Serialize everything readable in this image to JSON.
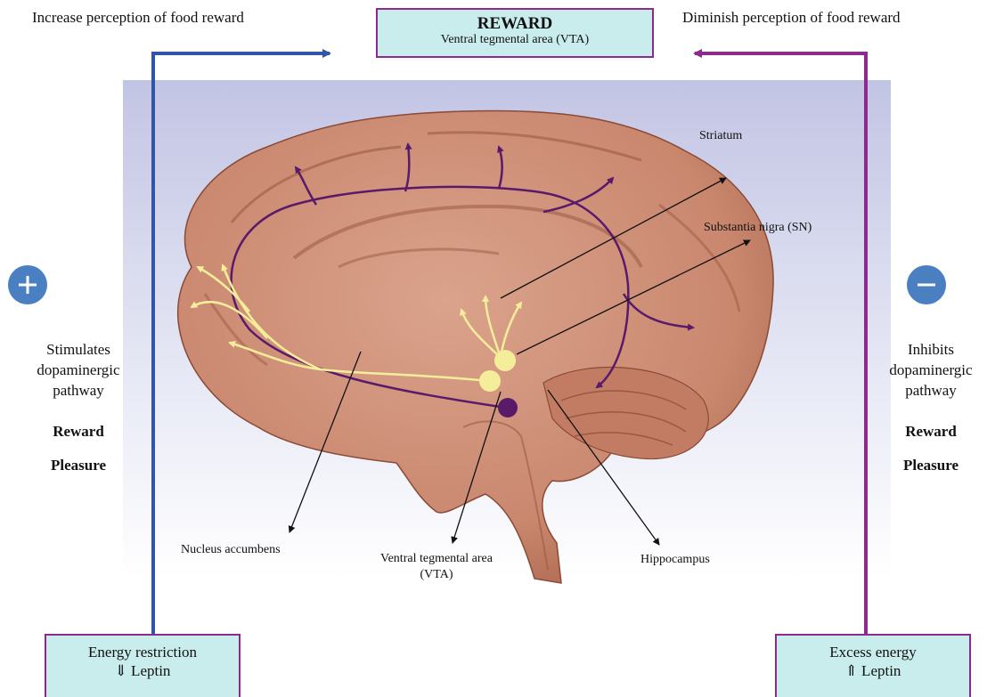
{
  "top": {
    "left_caption": "Increase perception of food reward",
    "right_caption": "Diminish perception of food reward",
    "reward_box": {
      "title": "REWARD",
      "subtitle": "Ventral tegmental area (VTA)"
    }
  },
  "left_panel": {
    "symbol": "+",
    "lines": [
      "Stimulates",
      "dopaminergic",
      "pathway"
    ],
    "bold1": "Reward",
    "bold2": "Pleasure"
  },
  "right_panel": {
    "symbol": "−",
    "lines": [
      "Inhibits",
      "dopaminergic",
      "pathway"
    ],
    "bold1": "Reward",
    "bold2": "Pleasure"
  },
  "brain_labels": {
    "striatum": "Striatum",
    "substantia_nigra": "Substantia nigra (SN)",
    "nucleus_accumbens": "Nucleus accumbens",
    "vta_line1": "Ventral tegmental area",
    "vta_line2": "(VTA)",
    "hippocampus": "Hippocampus"
  },
  "bottom_left_box": {
    "line1": "Energy restriction",
    "line2": "⇓ Leptin"
  },
  "bottom_right_box": {
    "line1": "Excess energy",
    "line2": "⇑ Leptin"
  },
  "colors": {
    "blue_arrow": "#3355a8",
    "purple_arrow": "#8e2a8e",
    "box_fill": "#c9ecec",
    "brain": "#c98b74",
    "yellow_path": "#f4ee9a",
    "purple_path": "#5a1a6a"
  }
}
